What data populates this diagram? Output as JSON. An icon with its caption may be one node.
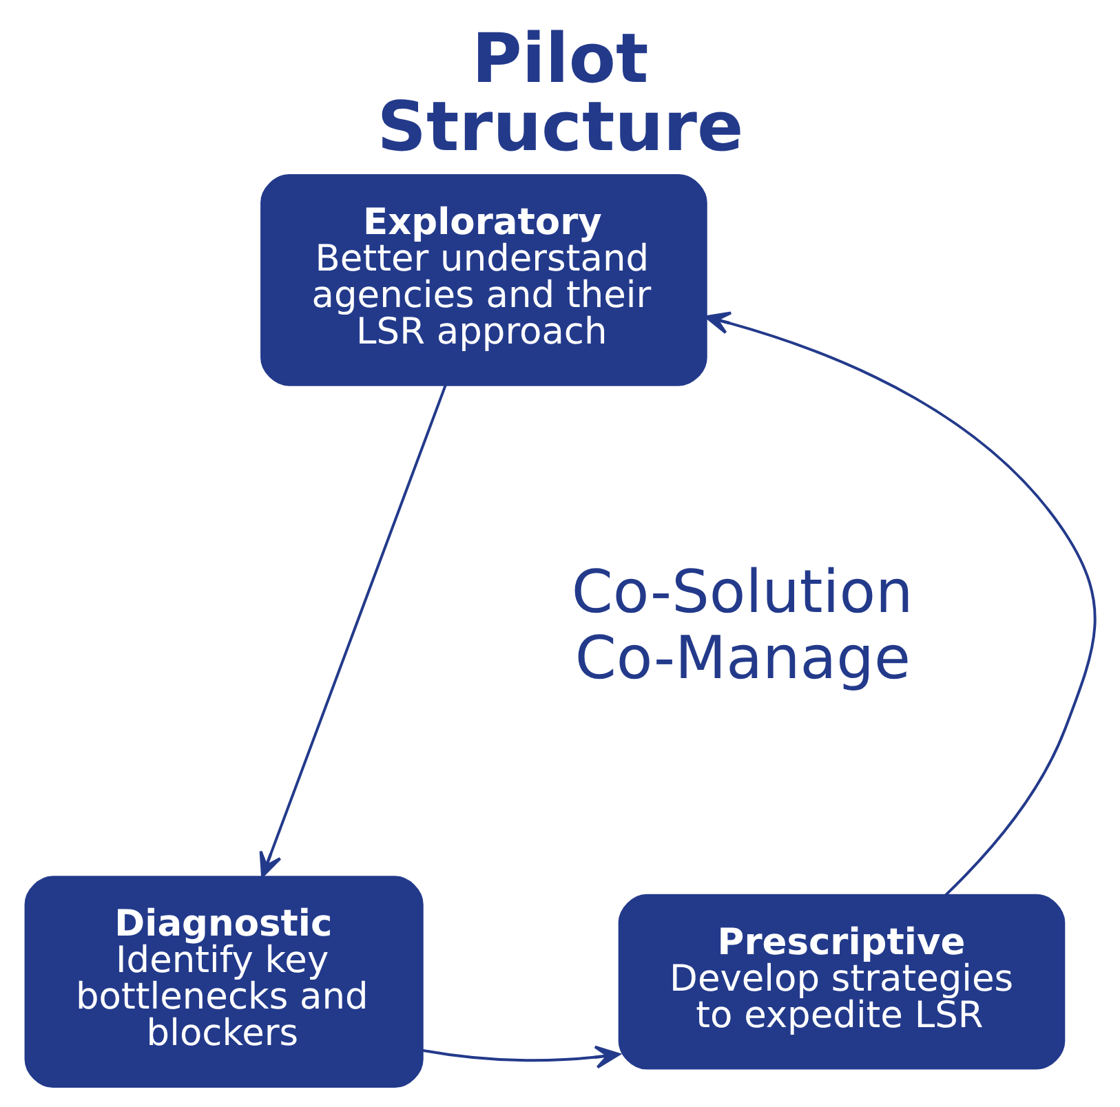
{
  "diagram": {
    "title": "Pilot Structure",
    "nodes": [
      {
        "text": [
          "Exploratory",
          "Better understand agencies and their LSR approach"
        ]
      },
      {
        "text": [
          "Diagnostic",
          "Identify key bottlenecks and blockers"
        ]
      },
      {
        "text": [
          "Prescriptive",
          "Develop strategies to expedite LSR"
        ]
      }
    ],
    "edges": [
      {
        "from": 0,
        "to": 1,
        "arrow": "to"
      },
      {
        "from": 1,
        "to": 2,
        "arrow": "to"
      },
      {
        "from": 2,
        "to": 0,
        "arrow": "to"
      }
    ],
    "labels": [
      "Co-Solution",
      "Co-Manage"
    ]
  }
}
